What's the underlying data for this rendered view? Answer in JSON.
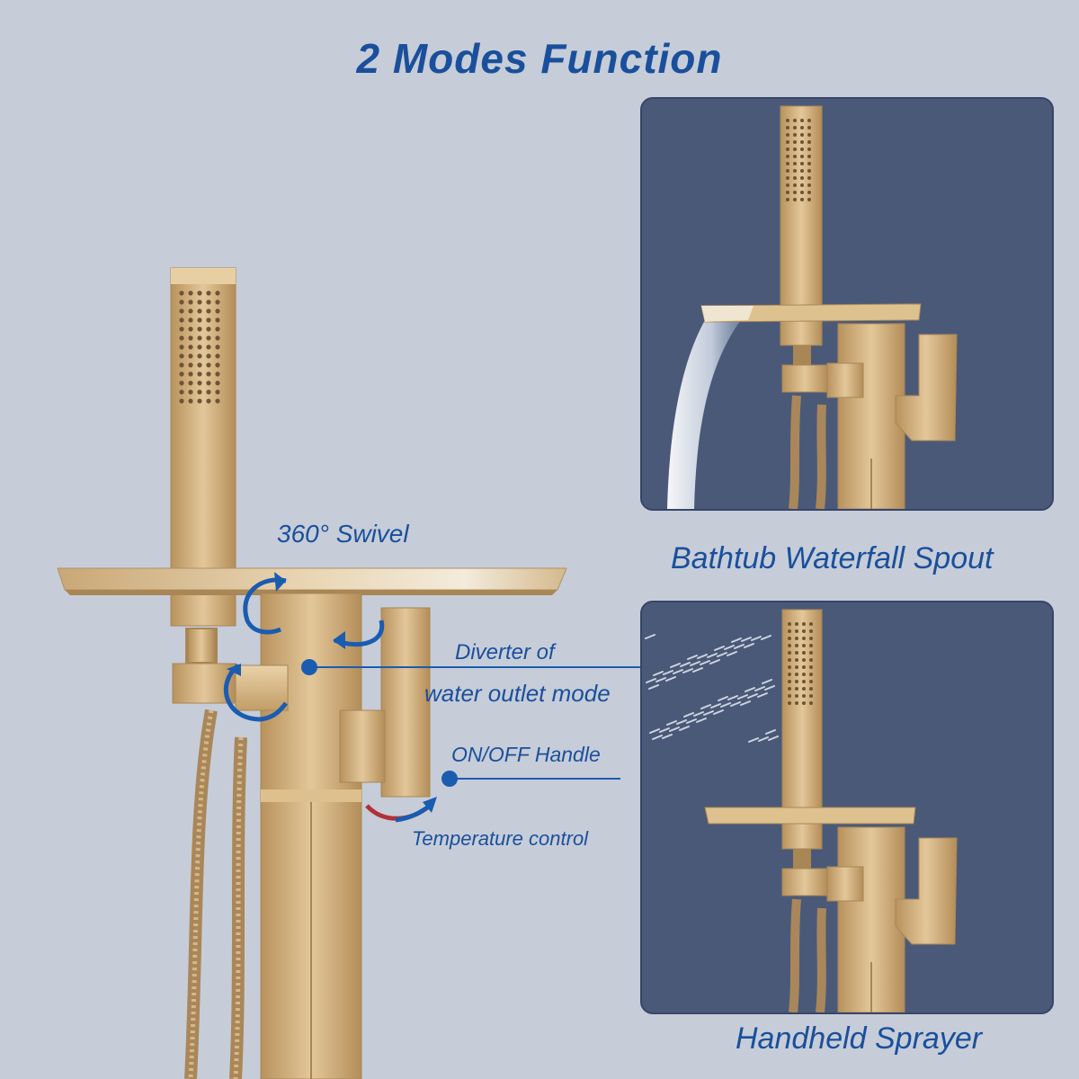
{
  "title": "2 Modes Function",
  "labels": {
    "swivel": "360° Swivel",
    "diverter_line1": "Diverter of",
    "diverter_line2": "water outlet mode",
    "onoff": "ON/OFF Handle",
    "temperature": "Temperature control"
  },
  "panels": {
    "waterfall_caption": "Bathtub Waterfall Spout",
    "sprayer_caption": "Handheld Sprayer"
  },
  "colors": {
    "background": "#c6cdd8",
    "accent_blue": "#1a4f9c",
    "panel": "#4a5978",
    "gold": "#c9a877"
  }
}
